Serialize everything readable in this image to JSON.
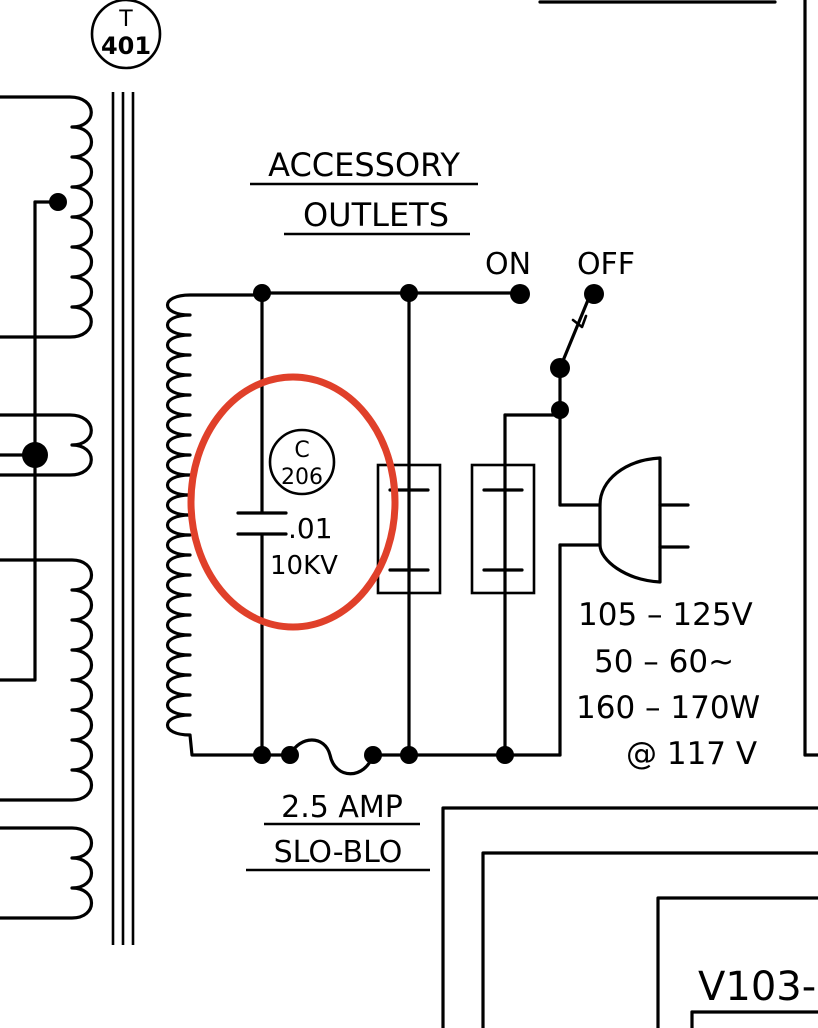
{
  "transformer": {
    "ref": "T",
    "number": "401"
  },
  "outlets": {
    "line1": "ACCESSORY",
    "line2": "OUTLETS"
  },
  "switch": {
    "on_label": "ON",
    "off_label": "OFF"
  },
  "capacitor": {
    "ref": "C",
    "number": "206",
    "value": ".01",
    "voltage": "10KV"
  },
  "power_spec": {
    "voltage": "105 – 125V",
    "frequency": "50 – 60∼",
    "power": "160 – 170W",
    "at_voltage": "@ 117 V"
  },
  "fuse": {
    "rating": "2.5 AMP",
    "type": "SLO-BLO"
  },
  "tube": {
    "label": "V103-"
  },
  "highlight_color": "#e0402a"
}
